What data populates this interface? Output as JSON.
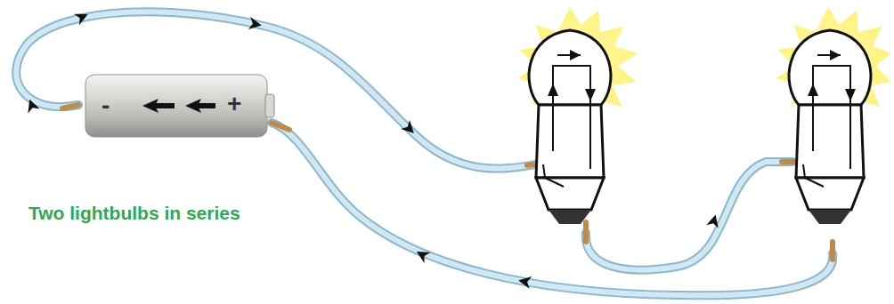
{
  "diagram": {
    "labels": [
      "Two lightbulbs in series",
      "-",
      "+"
    ]
  }
}
